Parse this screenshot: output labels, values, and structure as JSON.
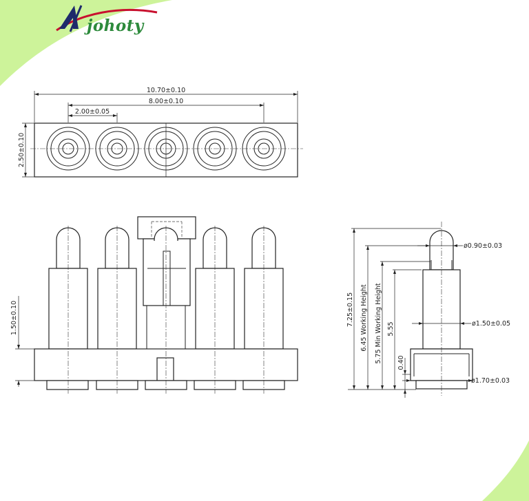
{
  "brand": {
    "name": "johoty",
    "green": "#2d8a3c",
    "navy": "#1f2a6b",
    "red": "#c8102e",
    "background_green": "#cdf39a"
  },
  "dimensions": {
    "overall_length": "10.70±0.10",
    "pitch_span": "8.00±0.10",
    "pitch": "2.00±0.05",
    "body_width": "2.50±0.10",
    "body_height": "1.50±0.10",
    "total_height": "7.25±0.15",
    "working_height": "6.45 Working Height",
    "min_working_height": "5.75 Min Working Height",
    "barrel_height": "5.55",
    "base_height": "0.40",
    "plunger_dia": "ø0.90±0.03",
    "barrel_dia": "ø1.50±0.05",
    "base_dia": "ø1.70±0.03"
  }
}
